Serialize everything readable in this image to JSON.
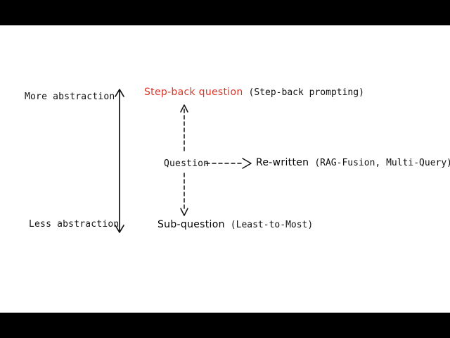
{
  "colors": {
    "handwritten_red": "#d8372a",
    "ink": "#111111",
    "letterbox": "#000000",
    "background": "#ffffff"
  },
  "axis": {
    "top_label": "More abstraction",
    "bottom_label": "Less abstraction"
  },
  "nodes": {
    "stepback": {
      "title": "Step-back question",
      "annotation": "(Step-back prompting)"
    },
    "question": {
      "label": "Question"
    },
    "rewritten": {
      "title": "Re-written",
      "annotation": "(RAG-Fusion, Multi-Query)"
    },
    "subquestion": {
      "title": "Sub-question",
      "annotation": "(Least-to-Most)"
    }
  }
}
